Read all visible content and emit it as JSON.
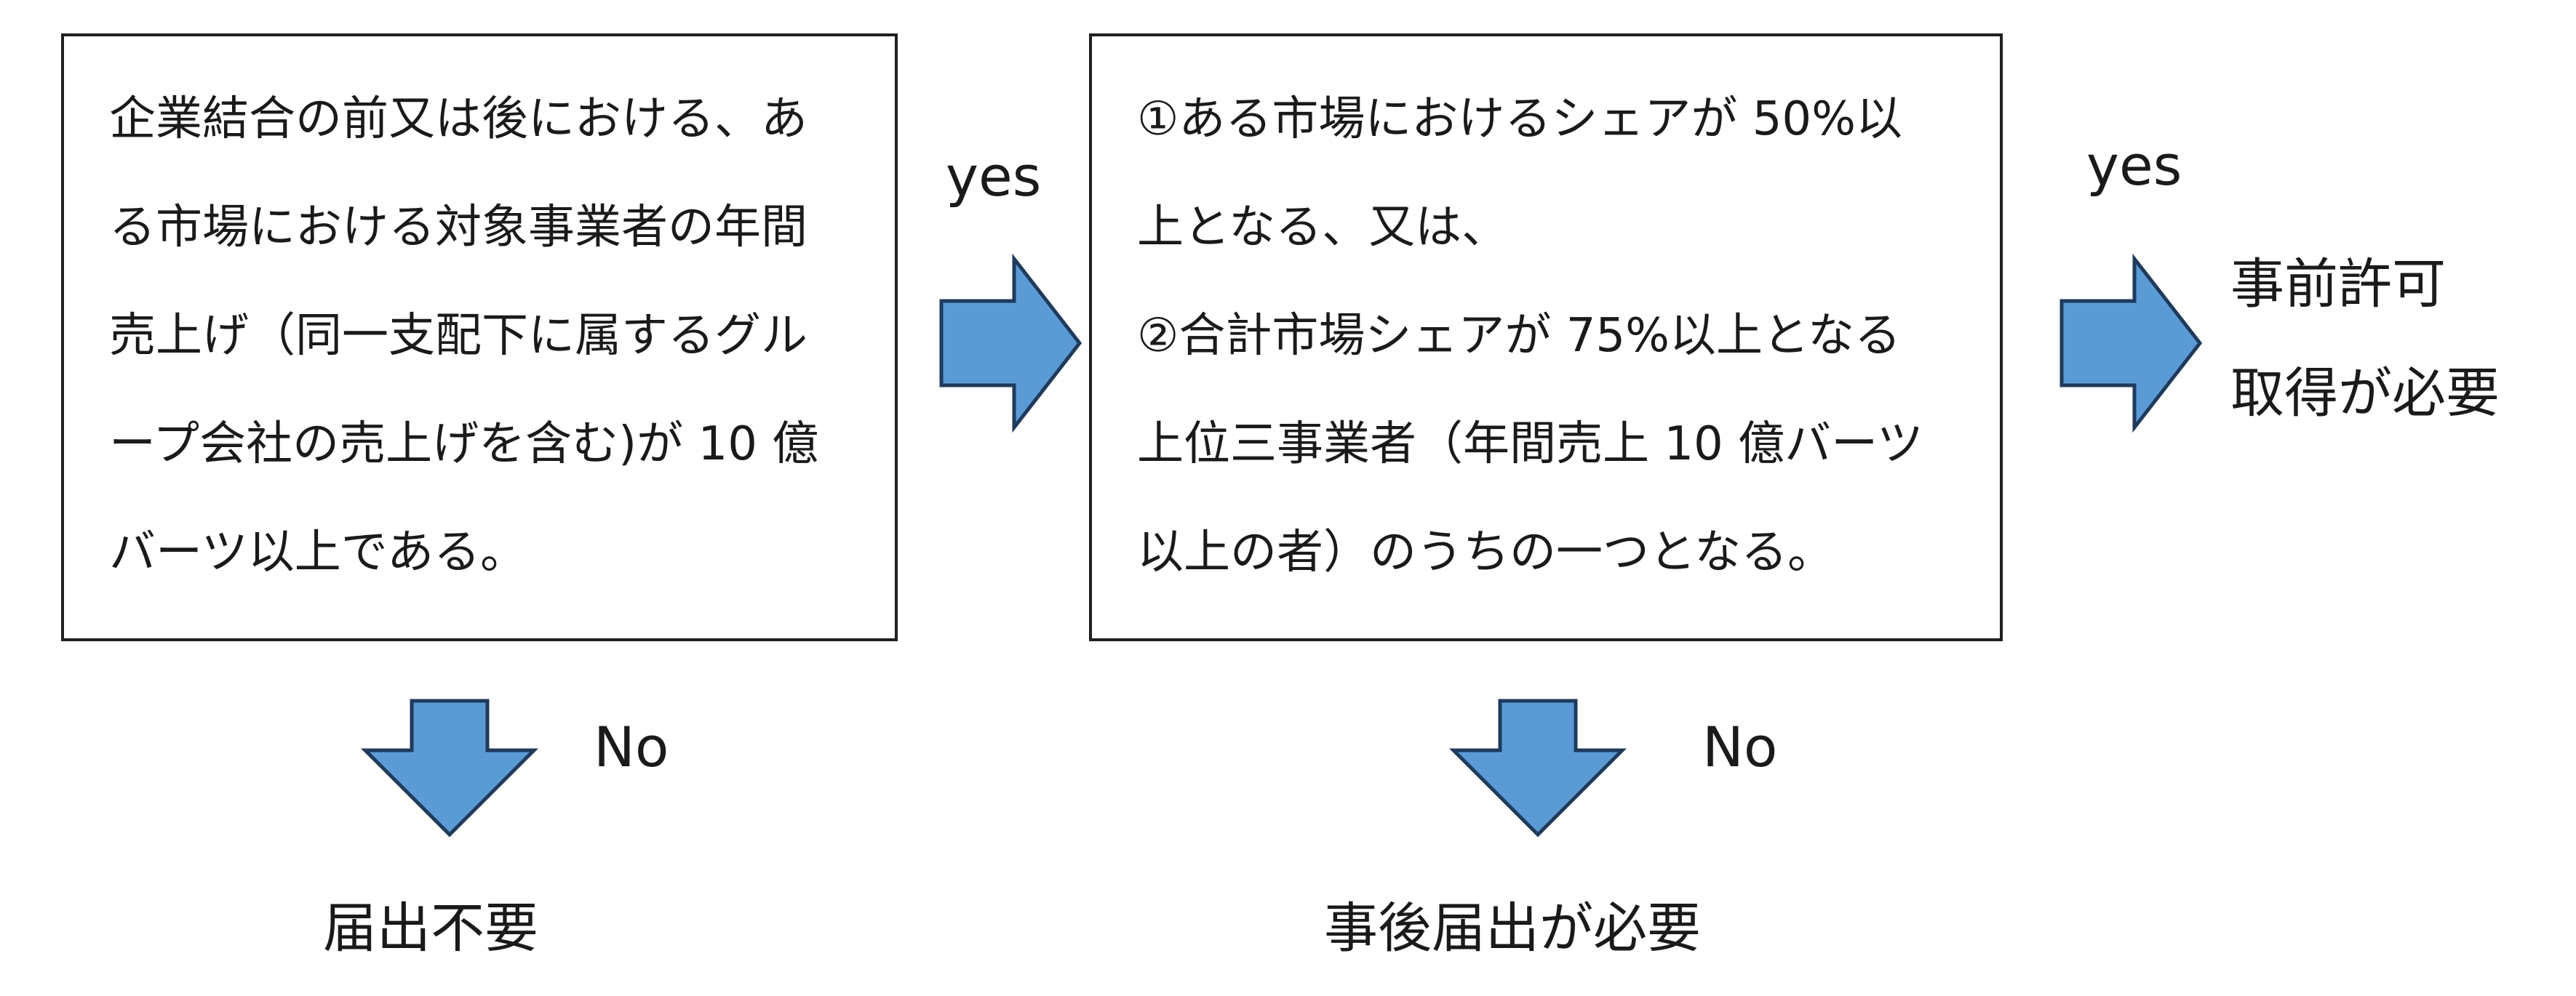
{
  "boxes": {
    "box1": {
      "lines": [
        "企業結合の前又は後における、あ",
        "る市場における対象事業者の年間",
        "売上げ（同一支配下に属するグル",
        "ープ会社の売上げを含む)が 10 億",
        "バーツ以上である。"
      ]
    },
    "box2": {
      "lines": [
        "①ある市場におけるシェアが  50%以",
        "上となる、又は、",
        "②合計市場シェアが  75%以上となる",
        "上位三事業者（年間売上 10 億バーツ",
        "以上の者）のうちの一つとなる。"
      ]
    }
  },
  "labels": {
    "yes1": "yes",
    "yes2": "yes",
    "no1": "No",
    "no2": "No"
  },
  "results": {
    "right": [
      "事前許可",
      "取得が必要"
    ],
    "bottom1": "届出不要",
    "bottom2": "事後届出が必要"
  },
  "colors": {
    "arrow_fill": "#5b9bd5",
    "arrow_stroke": "#1f3a5c",
    "box_border": "#1f1f1f"
  }
}
